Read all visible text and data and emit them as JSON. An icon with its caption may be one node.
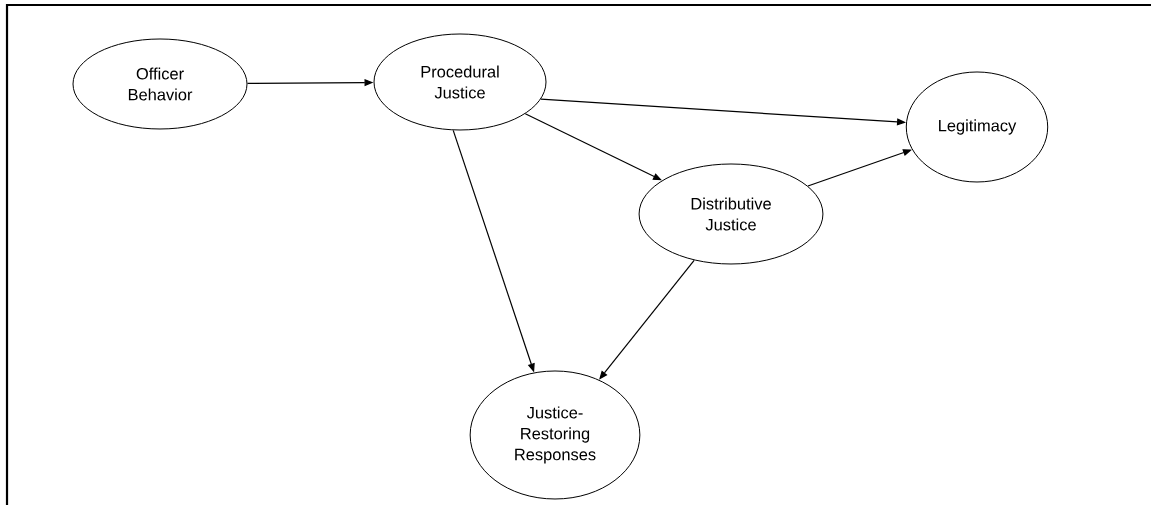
{
  "diagram": {
    "nodes": [
      {
        "text": [
          "Officer Behavior"
        ]
      },
      {
        "text": [
          "Procedural Justice"
        ]
      },
      {
        "text": [
          "Legitimacy"
        ]
      },
      {
        "text": [
          "Distributive Justice"
        ]
      },
      {
        "text": [
          "Justice-Restoring Responses"
        ]
      }
    ],
    "edges": [
      {
        "from": 0,
        "to": 1,
        "arrow": "to"
      },
      {
        "from": 1,
        "to": 2,
        "arrow": "to"
      },
      {
        "from": 1,
        "to": 3,
        "arrow": "to"
      },
      {
        "from": 3,
        "to": 2,
        "arrow": "to"
      },
      {
        "from": 1,
        "to": 4,
        "arrow": "to"
      },
      {
        "from": 3,
        "to": 4,
        "arrow": "to"
      }
    ]
  }
}
